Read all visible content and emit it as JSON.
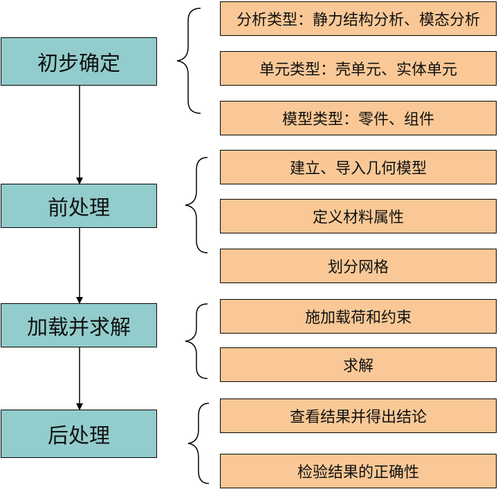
{
  "steps": [
    {
      "label": "初步确定"
    },
    {
      "label": "前处理"
    },
    {
      "label": "加载并求解"
    },
    {
      "label": "后处理"
    }
  ],
  "details": [
    {
      "label": "分析类型：静力结构分析、模态分析"
    },
    {
      "label": "单元类型：壳单元、实体单元"
    },
    {
      "label": "模型类型：零件、组件"
    },
    {
      "label": "建立、导入几何模型"
    },
    {
      "label": "定义材料属性"
    },
    {
      "label": "划分网格"
    },
    {
      "label": "施加载荷和约束"
    },
    {
      "label": "求解"
    },
    {
      "label": "查看结果并得出结论"
    },
    {
      "label": "检验结果的正确性"
    }
  ],
  "colors": {
    "step_fill": "#93cccc",
    "item_fill": "#f9c896",
    "stroke": "#000000"
  }
}
